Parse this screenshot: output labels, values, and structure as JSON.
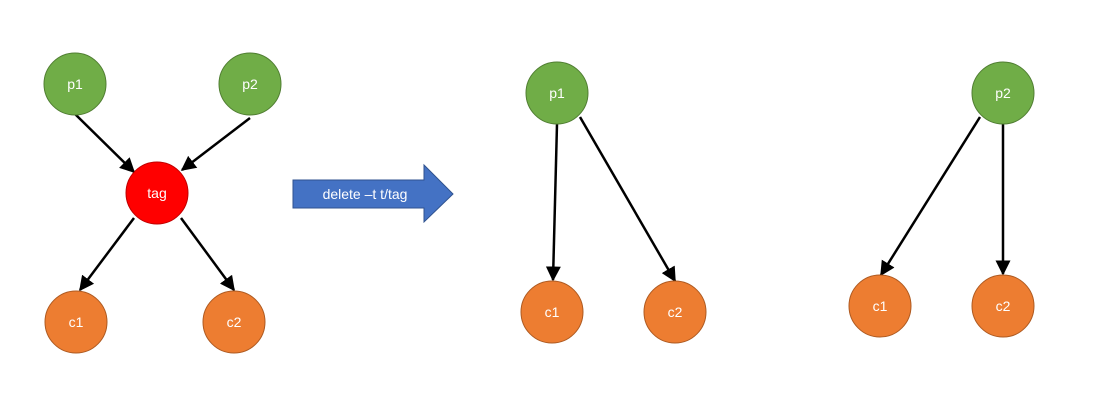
{
  "colors": {
    "parent_fill": "#70AD47",
    "parent_stroke": "#507E32",
    "child_fill": "#ED7D31",
    "child_stroke": "#AE5A21",
    "tag_fill": "#FF0000",
    "tag_stroke": "#C00000",
    "edge": "#000000",
    "transition_arrow_fill": "#4472C4",
    "transition_arrow_stroke": "#2F528F"
  },
  "before": {
    "nodes": {
      "p1": "p1",
      "p2": "p2",
      "tag": "tag",
      "c1": "c1",
      "c2": "c2"
    }
  },
  "transition": {
    "label": "delete –t t/tag"
  },
  "after_p1": {
    "nodes": {
      "p1": "p1",
      "c1": "c1",
      "c2": "c2"
    }
  },
  "after_p2": {
    "nodes": {
      "p2": "p2",
      "c1": "c1",
      "c2": "c2"
    }
  }
}
